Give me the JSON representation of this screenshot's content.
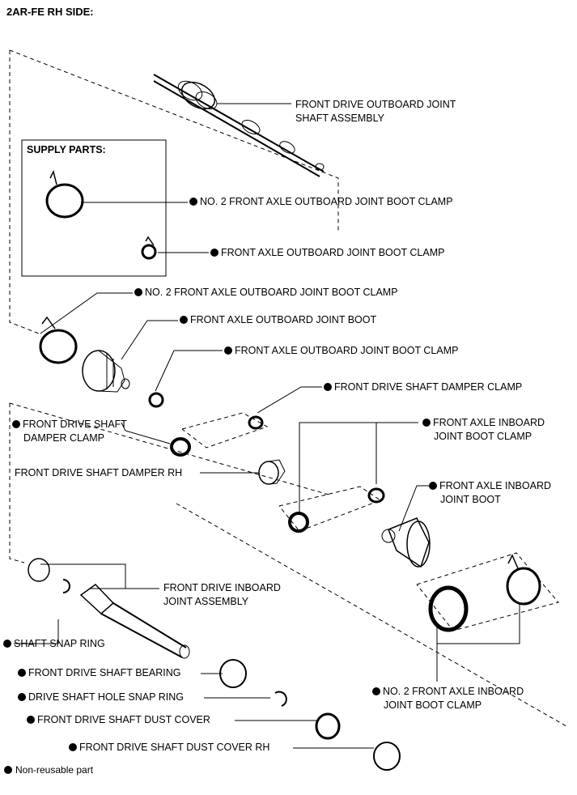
{
  "title": "2AR-FE RH SIDE:",
  "supply_parts_title": "SUPPLY PARTS:",
  "legend": "Non-reusable part",
  "labels": {
    "outboard_shaft_1": "FRONT DRIVE OUTBOARD JOINT",
    "outboard_shaft_2": "SHAFT ASSEMBLY",
    "supply_no2_clamp": "NO. 2 FRONT AXLE OUTBOARD JOINT BOOT CLAMP",
    "supply_clamp": "FRONT AXLE OUTBOARD JOINT BOOT CLAMP",
    "no2_outboard_clamp": "NO. 2 FRONT AXLE OUTBOARD JOINT BOOT CLAMP",
    "outboard_boot": "FRONT AXLE OUTBOARD JOINT BOOT",
    "outboard_clamp": "FRONT AXLE OUTBOARD JOINT BOOT CLAMP",
    "damper_clamp_right": "FRONT DRIVE SHAFT DAMPER CLAMP",
    "damper_clamp_left_1": "FRONT DRIVE SHAFT",
    "damper_clamp_left_2": "DAMPER CLAMP",
    "inboard_clamp_1": "FRONT AXLE INBOARD",
    "inboard_clamp_2": "JOINT BOOT CLAMP",
    "damper_rh": "FRONT DRIVE SHAFT DAMPER RH",
    "inboard_boot_1": "FRONT AXLE INBOARD",
    "inboard_boot_2": "JOINT BOOT",
    "inboard_joint_1": "FRONT DRIVE INBOARD",
    "inboard_joint_2": "JOINT ASSEMBLY",
    "snap_ring": "SHAFT SNAP RING",
    "bearing": "FRONT DRIVE SHAFT BEARING",
    "hole_snap_ring": "DRIVE SHAFT HOLE SNAP RING",
    "dust_cover": "FRONT DRIVE SHAFT DUST COVER",
    "dust_cover_rh": "FRONT DRIVE SHAFT DUST COVER RH",
    "no2_inboard_clamp_1": "NO. 2 FRONT AXLE INBOARD",
    "no2_inboard_clamp_2": "JOINT BOOT CLAMP"
  }
}
